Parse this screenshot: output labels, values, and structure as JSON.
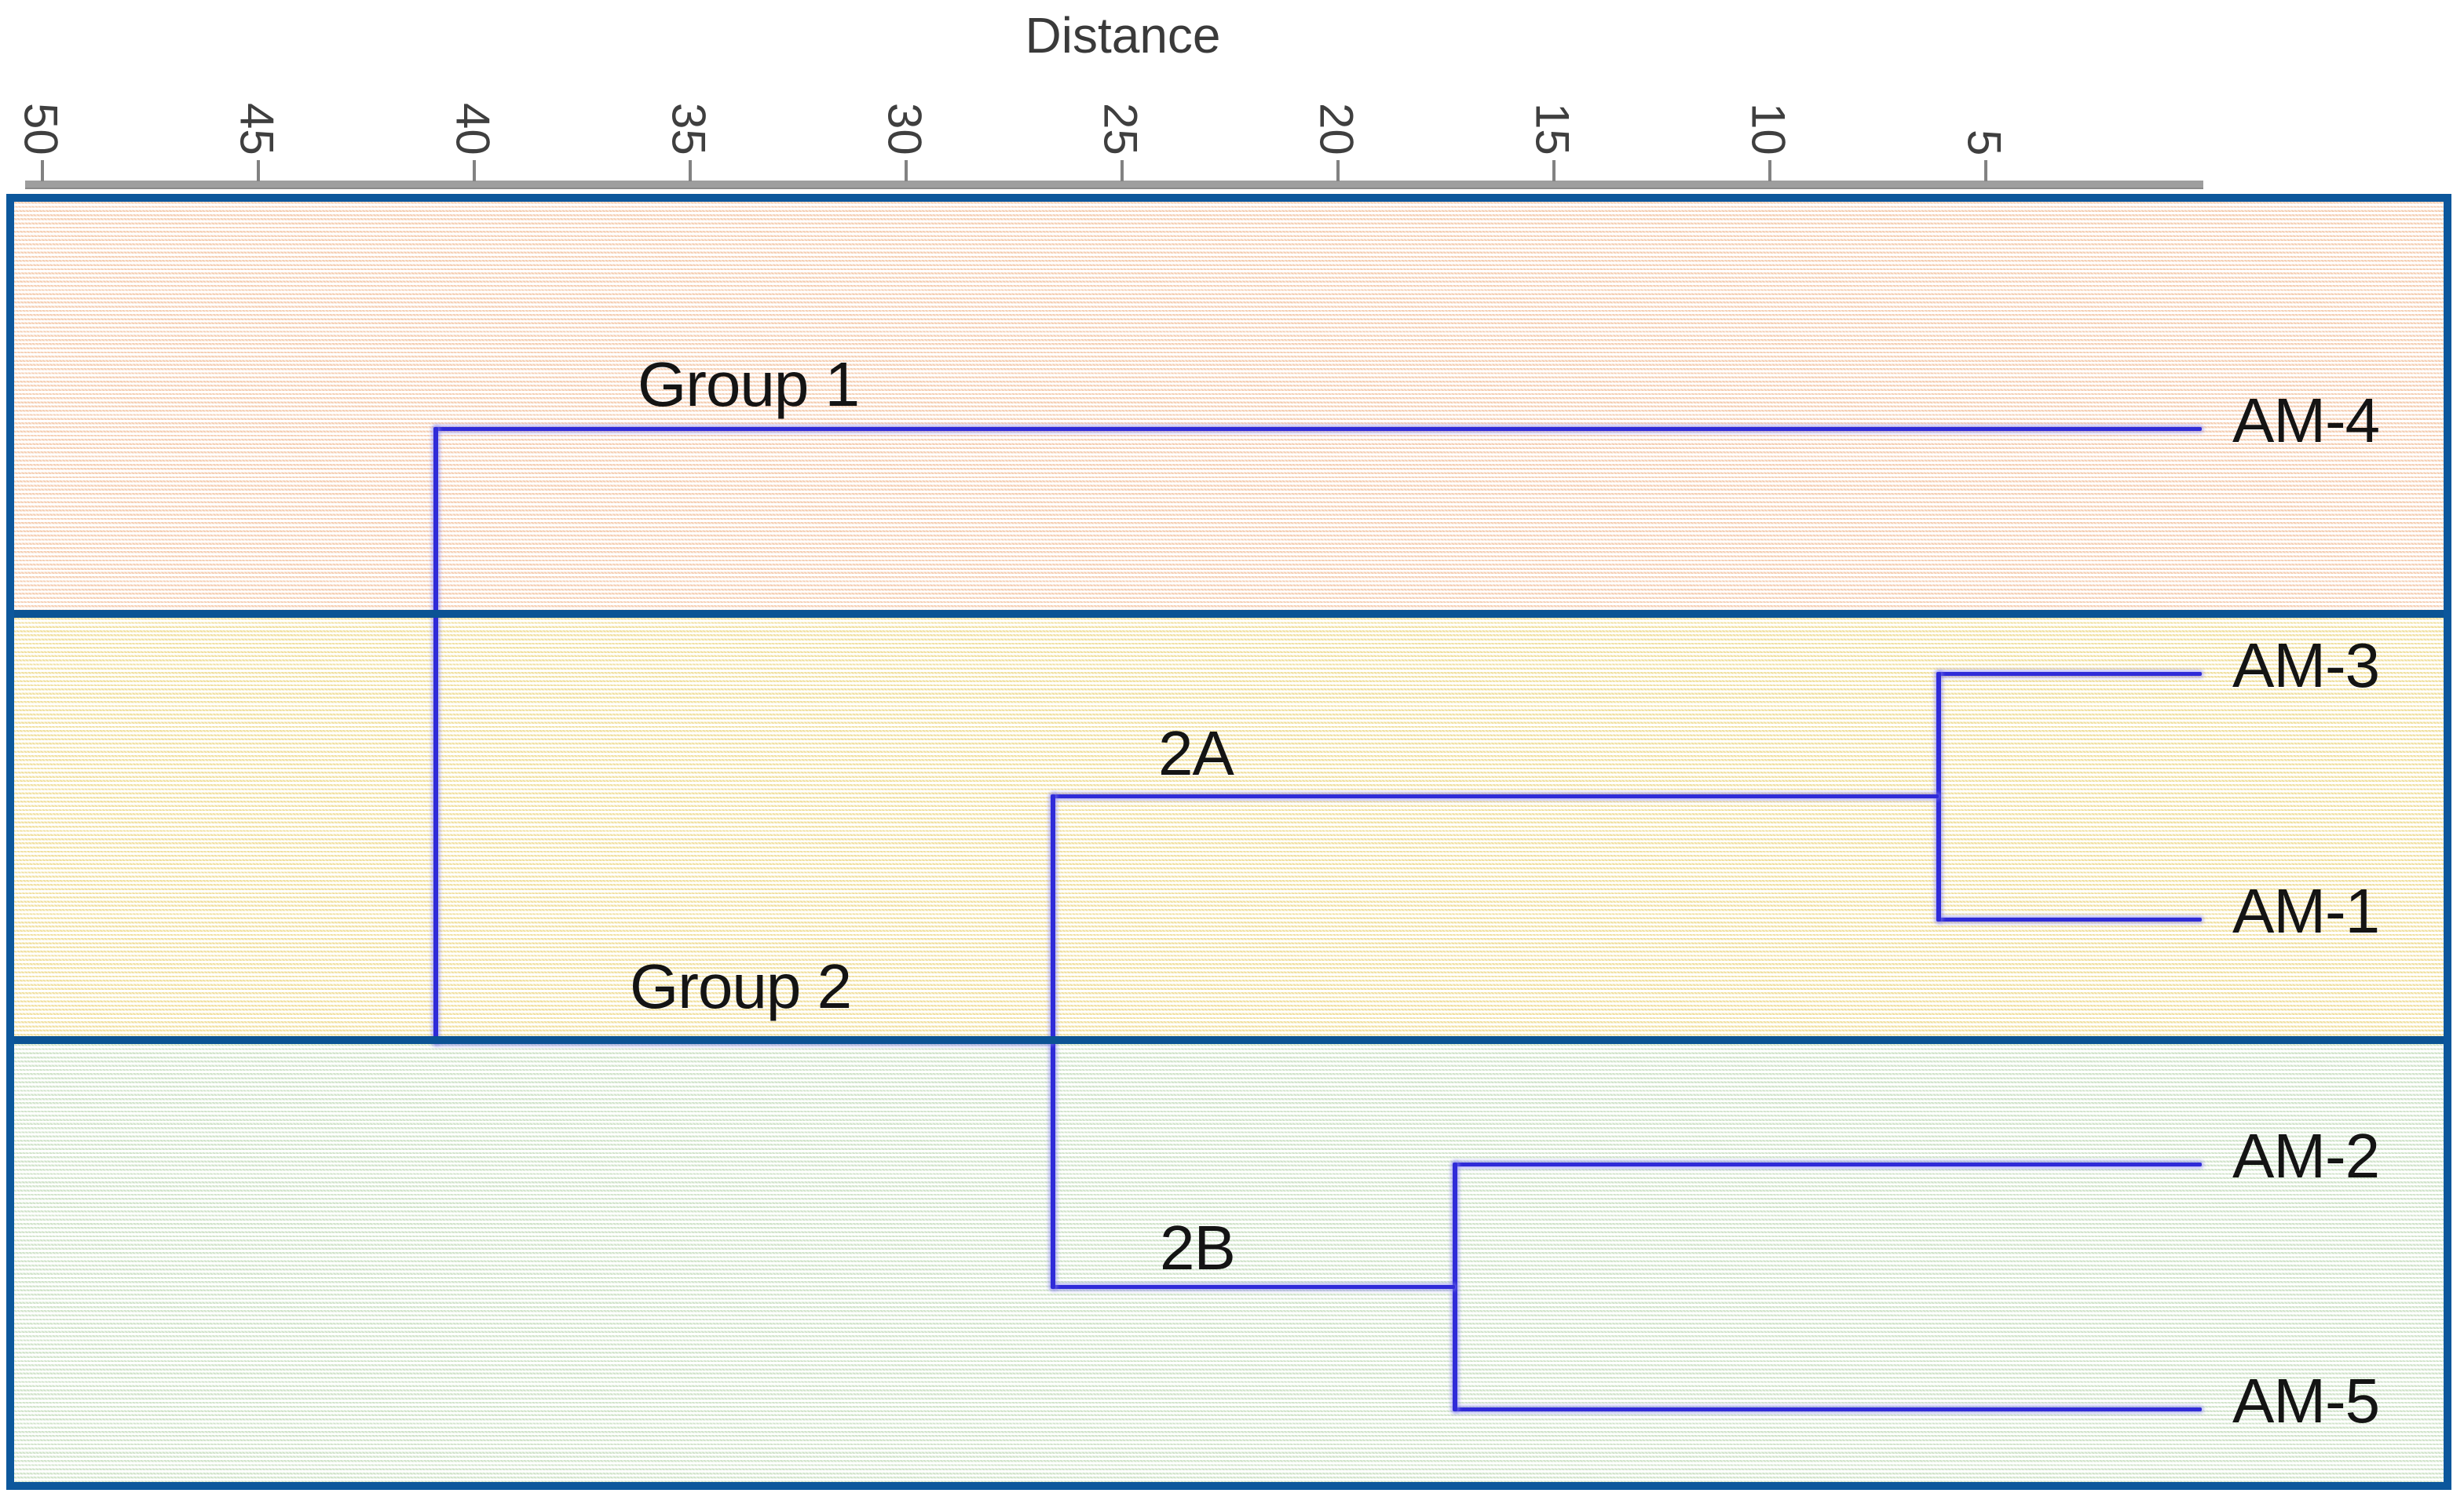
{
  "axis": {
    "title": "Distance",
    "tick_labels": [
      "50",
      "45",
      "40",
      "35",
      "30",
      "25",
      "20",
      "15",
      "10",
      "5"
    ]
  },
  "colors": {
    "box_border": "#0c579c",
    "divider": "#0b5394",
    "tree_line": "#2f2bd8",
    "tree_halo": "#847fef",
    "axis_line": "#9e9e9e",
    "tick_text": "#3f3f3f",
    "label_text": "#141414",
    "region_group1_stripe": "#f5cdb0",
    "region_2a_stripe": "#f0df9c",
    "region_2b_stripe": "#cfe3c8"
  },
  "chart_data": {
    "type": "dendrogram",
    "orientation": "horizontal_leaves_right",
    "axis_label": "Distance",
    "axis_ticks": [
      50,
      45,
      40,
      35,
      30,
      25,
      20,
      15,
      10,
      5
    ],
    "axis_range_displayed": [
      50,
      0
    ],
    "grid": false,
    "leaves": [
      "AM-4",
      "AM-3",
      "AM-1",
      "AM-2",
      "AM-5"
    ],
    "merges": [
      {
        "id": "2A",
        "children": [
          "AM-3",
          "AM-1"
        ],
        "distance": 6.1
      },
      {
        "id": "2B",
        "children": [
          "AM-2",
          "AM-5"
        ],
        "distance": 17.3
      },
      {
        "id": "Group2",
        "children": [
          "2A",
          "2B"
        ],
        "distance": 26.6
      },
      {
        "id": "root",
        "children": [
          "AM-4",
          "Group2"
        ],
        "distance": 40.9
      }
    ],
    "branch_labels": [
      {
        "text": "Group 1",
        "node": "AM-4"
      },
      {
        "text": "2A",
        "node": "2A"
      },
      {
        "text": "Group 2",
        "node": "Group2"
      },
      {
        "text": "2B",
        "node": "2B"
      }
    ],
    "groups": [
      {
        "label": "Group 1",
        "members": [
          "AM-4"
        ]
      },
      {
        "label": "Group 2",
        "members": [
          "AM-3",
          "AM-1",
          "AM-2",
          "AM-5"
        ],
        "subclusters": [
          {
            "label": "2A",
            "members": [
              "AM-3",
              "AM-1"
            ]
          },
          {
            "label": "2B",
            "members": [
              "AM-2",
              "AM-5"
            ]
          }
        ]
      }
    ]
  }
}
